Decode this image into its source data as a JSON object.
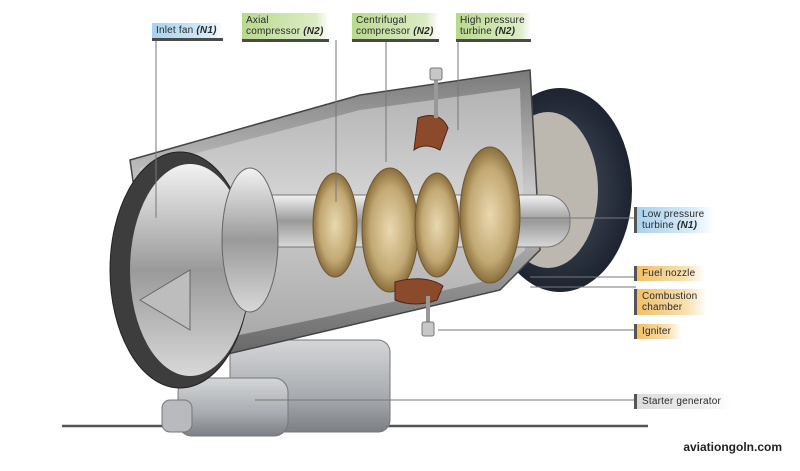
{
  "diagram": {
    "subject": "Turboshaft / turboprop engine cutaway",
    "top_labels": [
      {
        "text": "Inlet fan",
        "spool": "(N1)",
        "color": "#a9d2ee"
      },
      {
        "text1": "Axial",
        "text2": "compressor",
        "spool": "(N2)",
        "color": "#b9d98e"
      },
      {
        "text1": "Centrifugal",
        "text2": "compressor",
        "spool": "(N2)",
        "color": "#b9d98e"
      },
      {
        "text1": "High pressure",
        "text2": "turbine",
        "spool": "(N2)",
        "color": "#b9d98e"
      }
    ],
    "side_labels": [
      {
        "text1": "Low pressure",
        "text2": "turbine",
        "spool": "(N1)",
        "color": "#a9d2ee"
      },
      {
        "text": "Fuel nozzle",
        "color": "#f1c06a"
      },
      {
        "text1": "Combustion",
        "text2": "chamber",
        "color": "#f1c06a"
      },
      {
        "text": "Igniter",
        "color": "#f1c06a"
      },
      {
        "text": "Starter generator",
        "color": "#dcdcdc"
      }
    ]
  },
  "watermark": "aviationgoln.com"
}
